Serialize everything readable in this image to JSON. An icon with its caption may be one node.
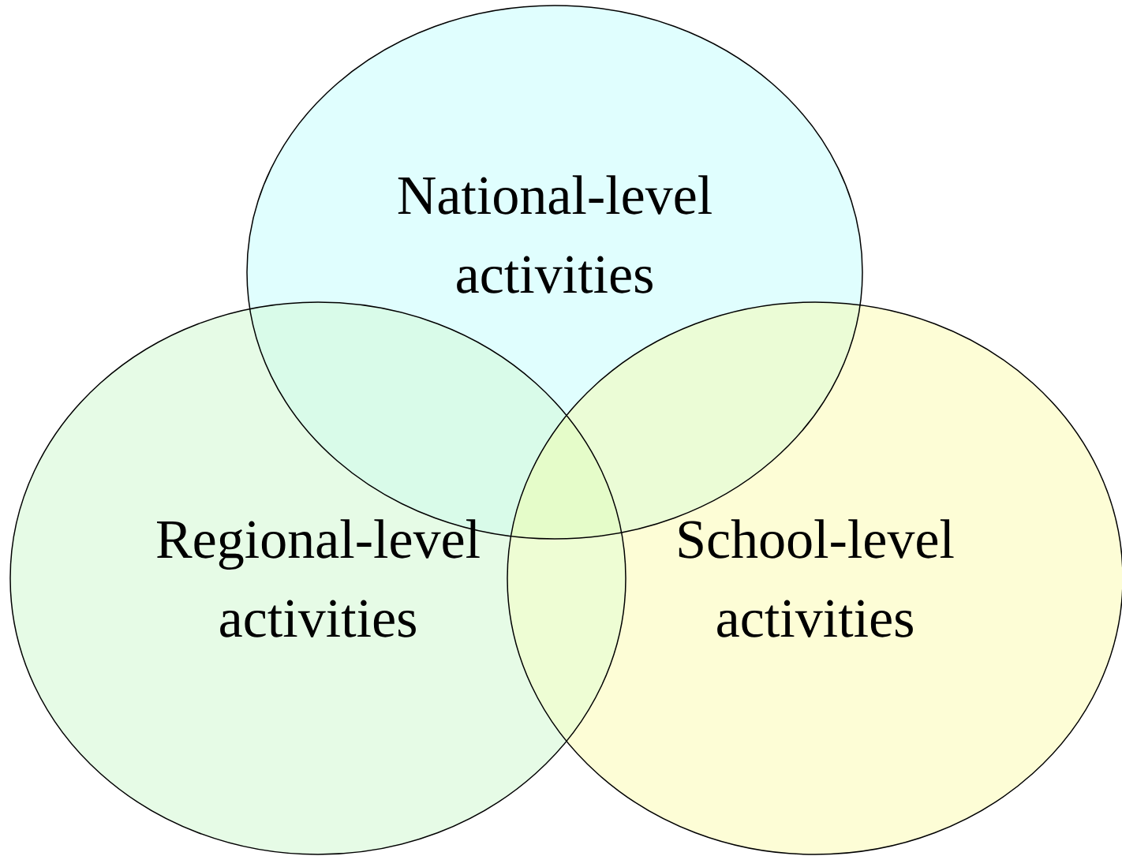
{
  "diagram": {
    "nodes": [
      {
        "text": [
          "National-level activities"
        ]
      },
      {
        "text": [
          "Regional-level activities"
        ]
      },
      {
        "text": [
          "School-level activities"
        ]
      }
    ]
  }
}
